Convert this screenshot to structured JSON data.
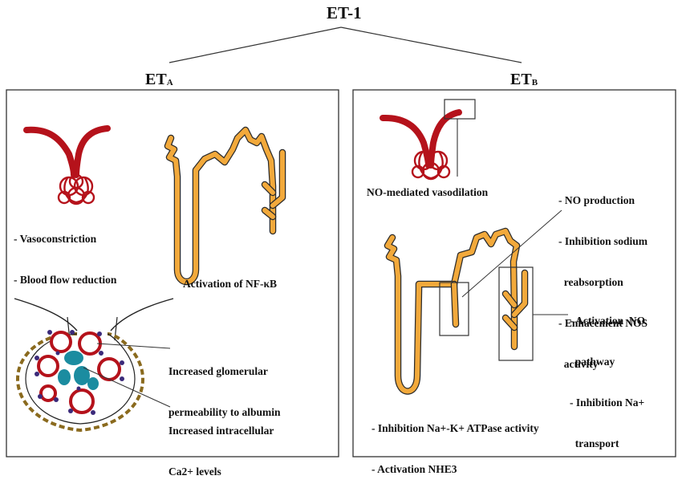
{
  "title": "ET-1",
  "receptors": {
    "left": {
      "main": "ET",
      "sub": "A"
    },
    "right": {
      "main": "ET",
      "sub": "B"
    }
  },
  "left_panel": {
    "vessel_effects": [
      "- Vasoconstriction",
      "- Blood flow reduction"
    ],
    "tubule_effect": "Activation of NF-κB",
    "glomerulus_effect_1": [
      "Increased glomerular",
      "permeability to albumin"
    ],
    "glomerulus_effect_2": [
      "Increased intracellular",
      "Ca2+ levels"
    ]
  },
  "right_panel": {
    "vessel_effect": "NO-mediated vasodilation",
    "no_effects": [
      "- NO production",
      "- Inhibition sodium",
      "  reabsorption",
      "- Enhacement NOS",
      "  activity"
    ],
    "collecting_effects": [
      "- Activation  NO",
      "  pathway",
      "- Inhibition Na+",
      "  transport"
    ],
    "proximal_effects": [
      "- Inhibition Na+-K+ ATPase activity",
      "- Activation NHE3"
    ]
  },
  "colors": {
    "vessel": "#b5121b",
    "tubule": "#f2a93b",
    "tubule_outline": "#2b2b2b",
    "podocyte": "#3b2a7a",
    "mesangial": "#1b8ca0",
    "capsule": "#8a6a1e"
  }
}
